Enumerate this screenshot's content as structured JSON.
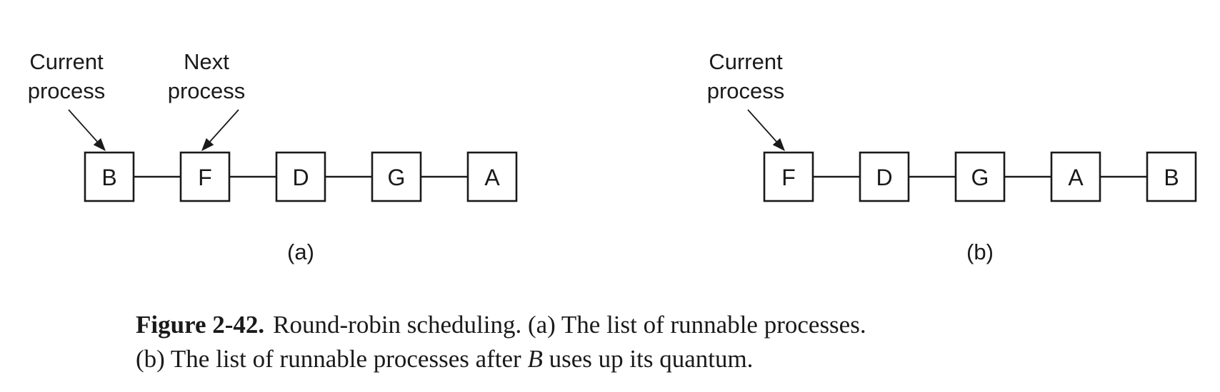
{
  "diagram_a": {
    "nodes": [
      "B",
      "F",
      "D",
      "G",
      "A"
    ],
    "pointers": [
      {
        "line1": "Current",
        "line2": "process",
        "target": 0
      },
      {
        "line1": "Next",
        "line2": "process",
        "target": 1
      }
    ],
    "panel_label": "(a)"
  },
  "diagram_b": {
    "nodes": [
      "F",
      "D",
      "G",
      "A",
      "B"
    ],
    "pointers": [
      {
        "line1": "Current",
        "line2": "process",
        "target": 0
      }
    ],
    "panel_label": "(b)"
  },
  "caption": {
    "figure_label": "Figure 2-42.",
    "line1_text": "Round-robin scheduling.  (a) The list of runnable processes.",
    "line2_before": "(b) The list of runnable processes after ",
    "line2_italic": "B",
    "line2_after": " uses up its quantum."
  }
}
